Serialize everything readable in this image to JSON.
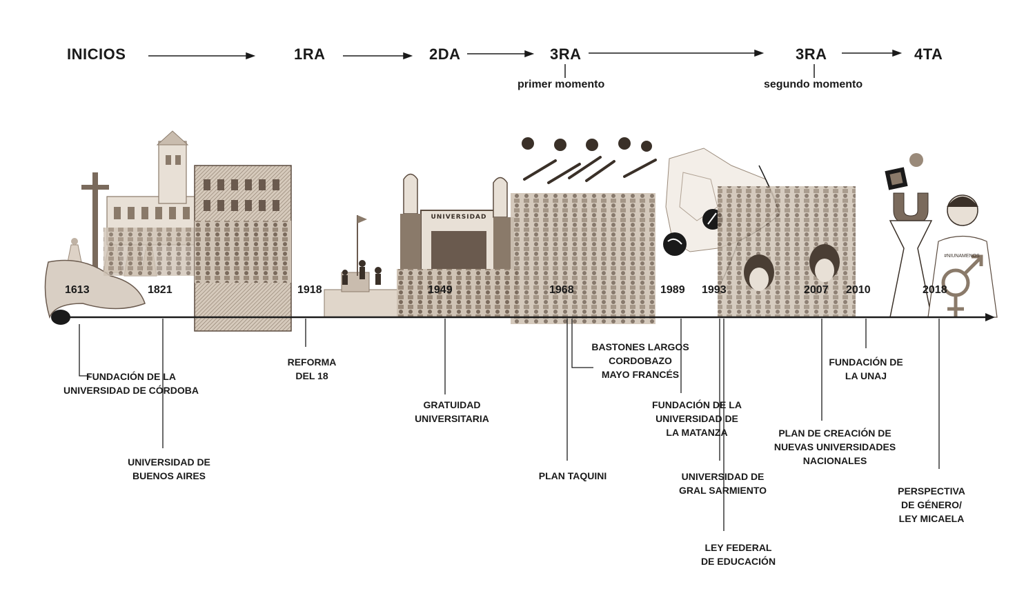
{
  "phases": [
    {
      "label": "INICIOS"
    },
    {
      "label": "1RA"
    },
    {
      "label": "2DA"
    },
    {
      "label": "3RA",
      "sub": "primer momento"
    },
    {
      "label": "3RA",
      "sub": "segundo momento"
    },
    {
      "label": "4TA"
    }
  ],
  "years": [
    "1613",
    "1821",
    "1918",
    "1949",
    "1968",
    "1989",
    "1993",
    "2007",
    "2010",
    "2018"
  ],
  "events": {
    "cordoba": [
      "FUNDACIÓN DE LA",
      "UNIVERSIDAD DE CÓRDOBA"
    ],
    "buenos_aires": [
      "UNIVERSIDAD DE",
      "BUENOS AIRES"
    ],
    "reforma": [
      "REFORMA",
      "DEL 18"
    ],
    "gratuidad": [
      "GRATUIDAD",
      "UNIVERSITARIA"
    ],
    "bastones": [
      "BASTONES LARGOS",
      "CORDOBAZO",
      "MAYO FRANCÉS"
    ],
    "taquini": [
      "PLAN TAQUINI"
    ],
    "matanza": [
      "FUNDACIÓN DE LA",
      "UNIVERSIDAD DE",
      "LA MATANZA"
    ],
    "sarmiento": [
      "UNIVERSIDAD DE",
      "GRAL SARMIENTO"
    ],
    "ley_federal": [
      "LEY FEDERAL",
      "DE EDUCACIÓN"
    ],
    "plan_creacion": [
      "PLAN DE CREACIÓN DE",
      "NUEVAS UNIVERSIDADES",
      "NACIONALES"
    ],
    "unaj": [
      "FUNDACIÓN  DE",
      "LA UNAJ"
    ],
    "genero": [
      "PERSPECTIVA",
      "DE GÉNERO/",
      "LEY MICAELA"
    ]
  },
  "illustrations": {
    "univ_sign": "UNIVERSIDAD",
    "shirt_text": "#NIUNAMENOS"
  },
  "colors": {
    "ink": "#1a1a1a",
    "sepia": "#8a7a6a",
    "sepia_dark": "#5a4a3e",
    "sepia_light": "#c9bcae"
  }
}
